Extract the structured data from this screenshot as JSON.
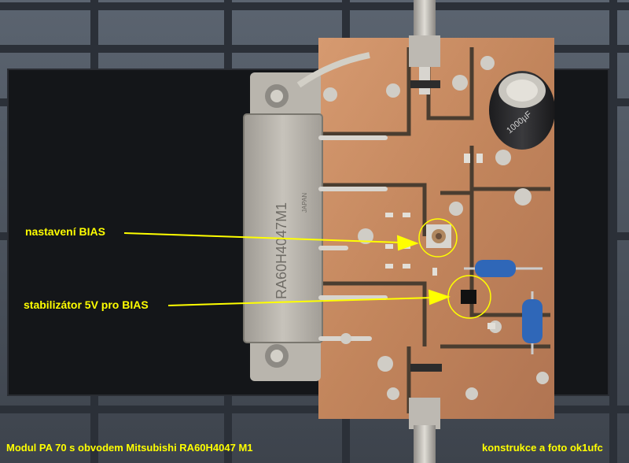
{
  "annotations": {
    "bias_adjust": "nastavení BIAS",
    "stabilizer": "stabilizátor 5V pro BIAS"
  },
  "caption": {
    "left": "Modul PA 70 s obvodem Mitsubishi RA60H4047 M1",
    "right": "konstrukce a foto ok1ufc"
  },
  "module": {
    "part_marking": "RA60H4047M1",
    "origin_marking": "JAPAN"
  },
  "capacitor": {
    "marking": "1000µF"
  },
  "colors": {
    "annotation": "#ffff00",
    "copper": "#c58a62",
    "heatsink": "#1a1c20"
  }
}
